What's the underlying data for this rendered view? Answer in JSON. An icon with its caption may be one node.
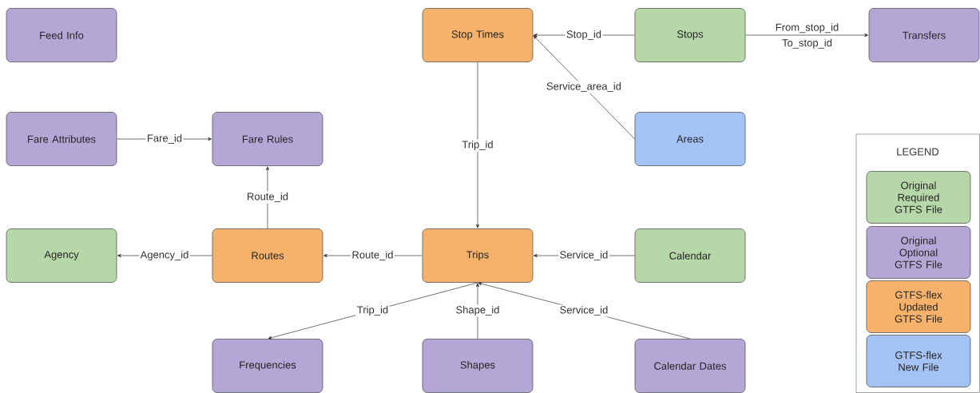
{
  "diagram": {
    "nodes": [
      {
        "text": [
          "Feed Info"
        ]
      },
      {
        "text": [
          "Stop Times"
        ]
      },
      {
        "text": [
          "Stops"
        ]
      },
      {
        "text": [
          "Transfers"
        ]
      },
      {
        "text": [
          "Fare Attributes"
        ]
      },
      {
        "text": [
          "Fare Rules"
        ]
      },
      {
        "text": [
          "Areas"
        ]
      },
      {
        "text": [
          "Agency"
        ]
      },
      {
        "text": [
          "Routes"
        ]
      },
      {
        "text": [
          "Trips"
        ]
      },
      {
        "text": [
          "Calendar"
        ]
      },
      {
        "text": [
          "Frequencies"
        ]
      },
      {
        "text": [
          "Shapes"
        ]
      },
      {
        "text": [
          "Calendar Dates"
        ]
      }
    ],
    "edges": [
      {
        "from": 2,
        "to": 1,
        "arrow": "to",
        "label": "Stop_id"
      },
      {
        "from": 2,
        "to": 3,
        "arrow": "to",
        "label": "From_stop_id"
      },
      {
        "from": 6,
        "to": 1,
        "arrow": "to",
        "label": "Service_area_id"
      },
      {
        "from": 1,
        "to": 9,
        "arrow": "to",
        "label": "Trip_id"
      },
      {
        "from": 4,
        "to": 5,
        "arrow": "to",
        "label": "Fare_id"
      },
      {
        "from": 8,
        "to": 5,
        "arrow": "to",
        "label": "Route_id"
      },
      {
        "from": 8,
        "to": 7,
        "arrow": "to",
        "label": "Agency_id"
      },
      {
        "from": 9,
        "to": 8,
        "arrow": "to",
        "label": "Route_id"
      },
      {
        "from": 10,
        "to": 9,
        "arrow": "to",
        "label": "Service_id"
      },
      {
        "from": 9,
        "to": 11,
        "arrow": "to",
        "label": "Trip_id"
      },
      {
        "from": 12,
        "to": 9,
        "arrow": "to",
        "label": "Shape_id"
      },
      {
        "from": 13,
        "to": 9,
        "arrow": "to",
        "label": "Service_id"
      }
    ],
    "labels": [
      "To_stop_id",
      "LEGEND"
    ],
    "legend": [
      {
        "text": "Original Required GTFS File",
        "color": "#b6d7a8"
      },
      {
        "text": "Original Optional GTFS File",
        "color": "#b4a7d6"
      },
      {
        "text": "GTFS-flex Updated GTFS File",
        "color": "#f6b26b"
      },
      {
        "text": "GTFS-flex New File",
        "color": "#a4c2f4"
      }
    ]
  }
}
